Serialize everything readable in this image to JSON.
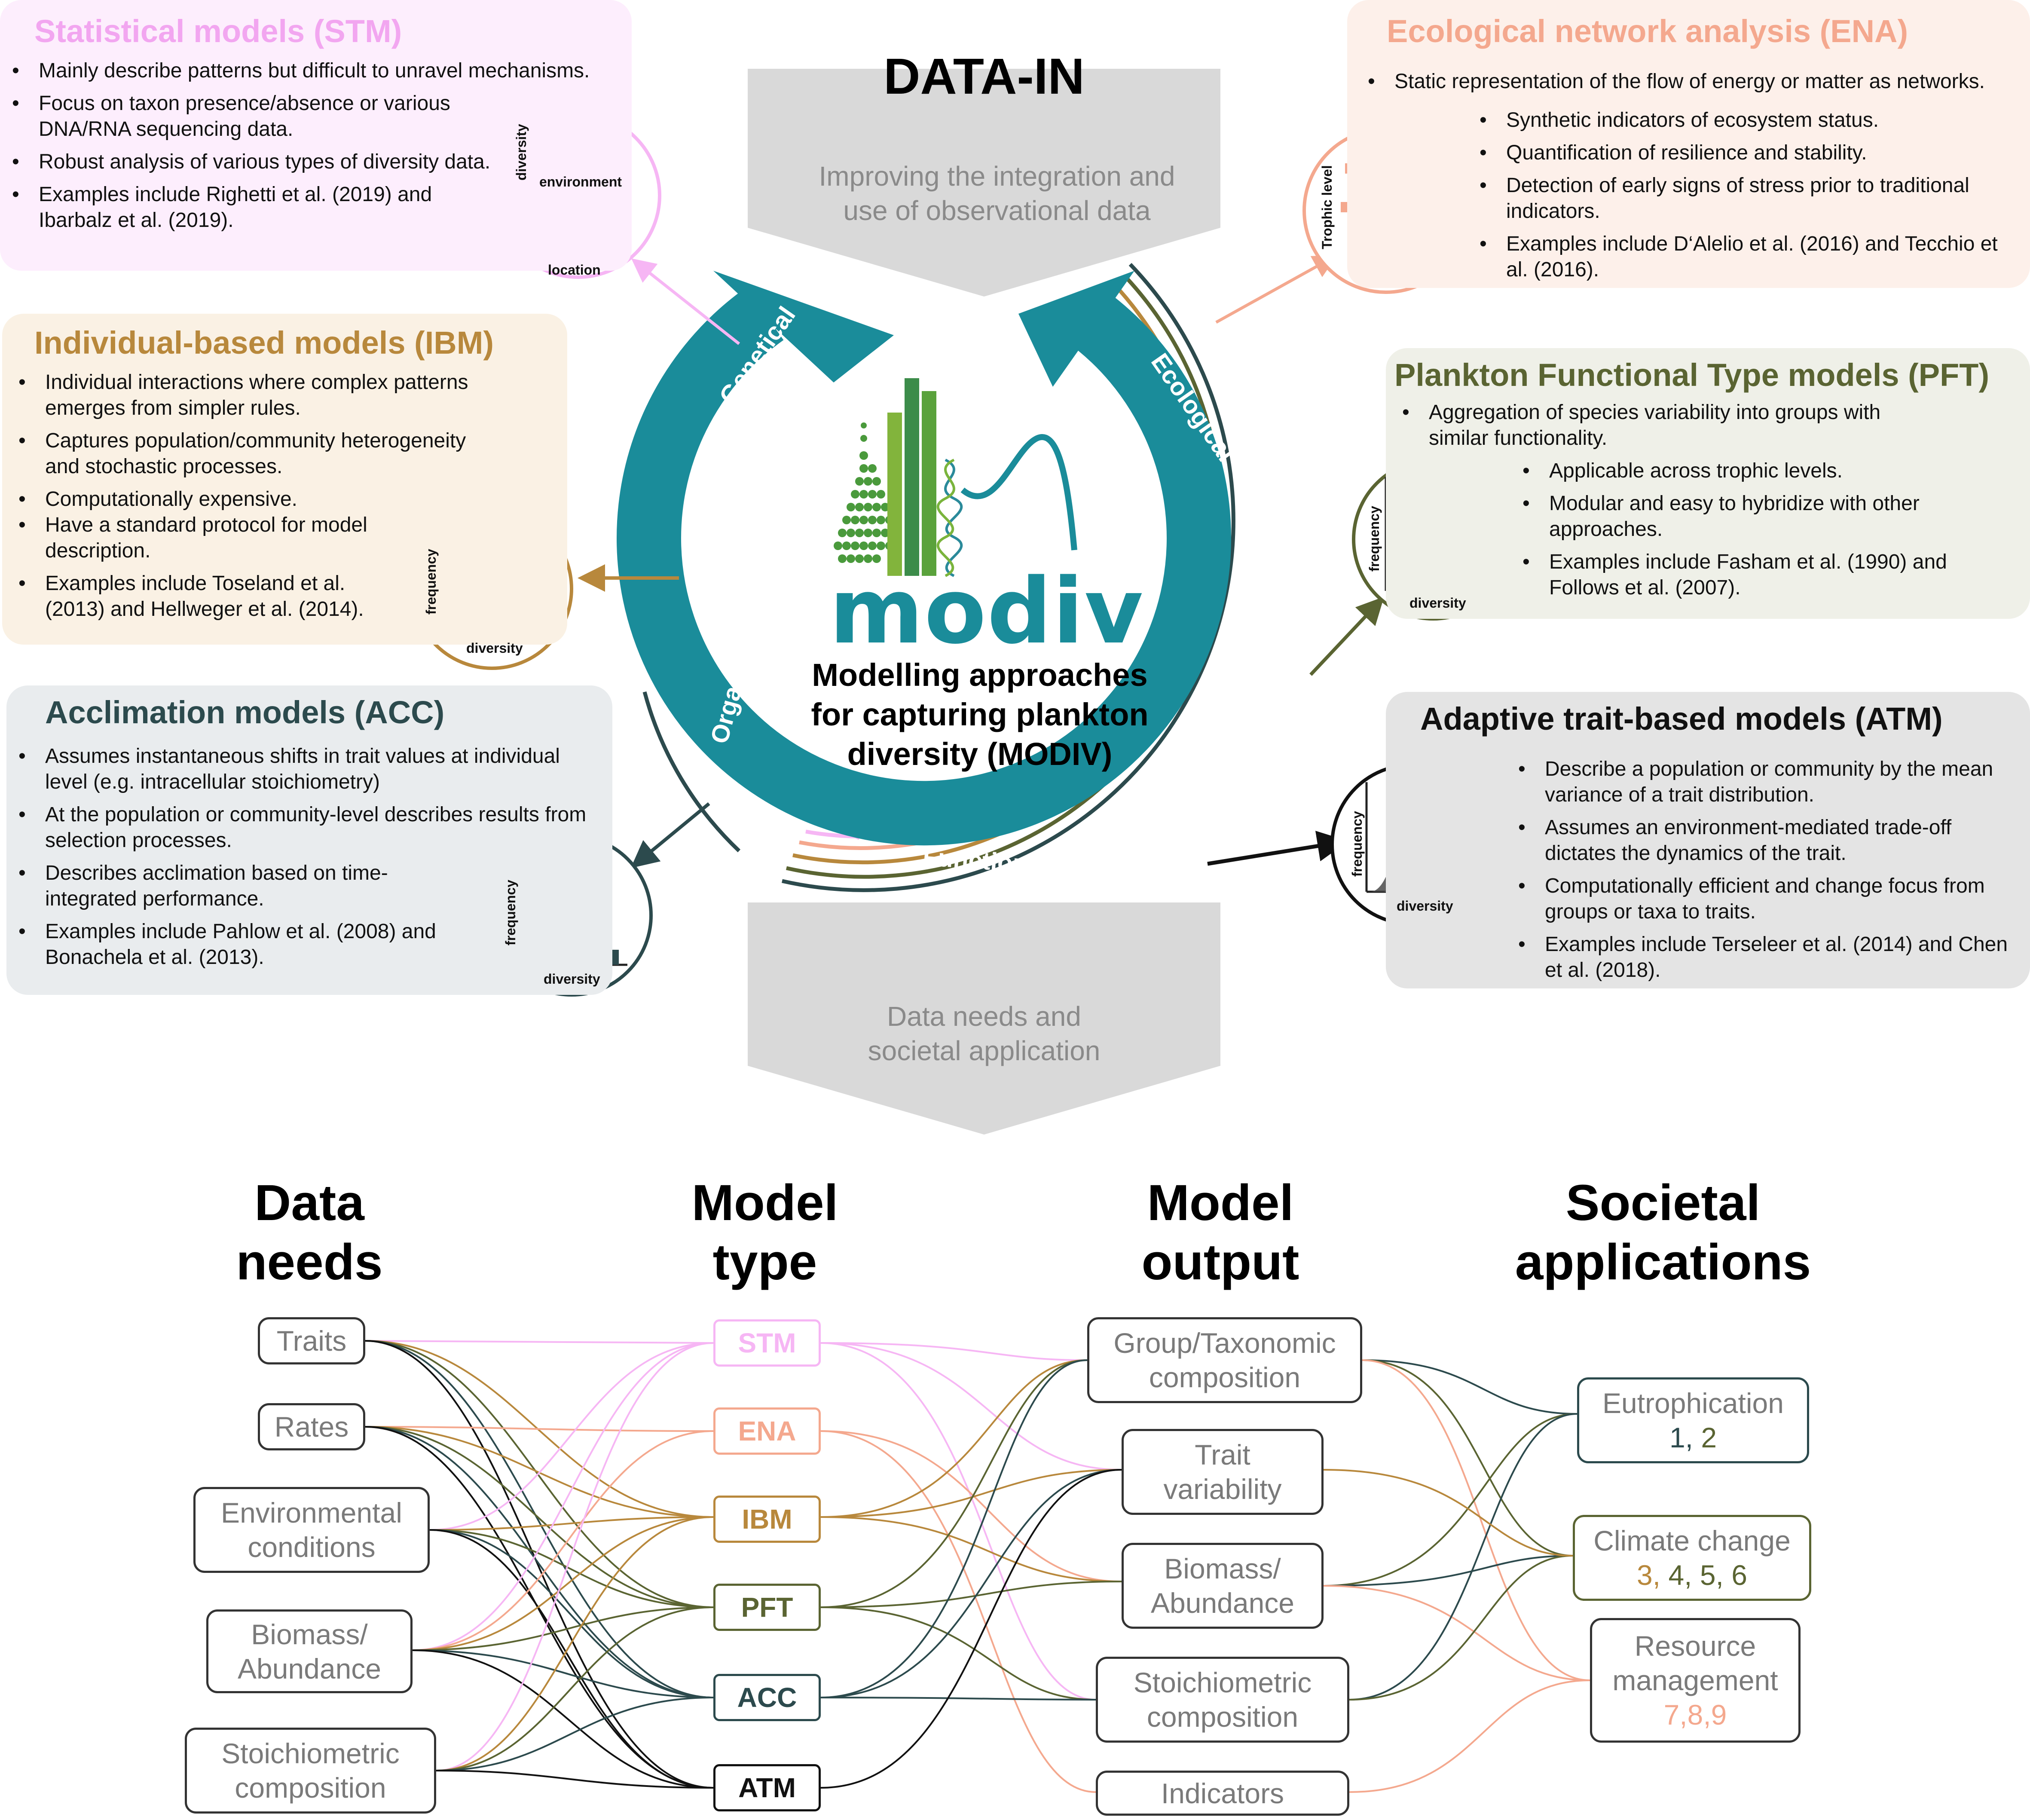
{
  "top": {
    "data_in_title": "DATA-IN",
    "data_in_text": [
      "Improving the integration and",
      "use of observational data"
    ],
    "data_needs_text": [
      "Data needs and",
      "societal application"
    ]
  },
  "center": {
    "logo_text": "modiv",
    "caption": [
      "Modelling approaches",
      "for capturing plankton",
      "diversity (MODIV)"
    ],
    "ring_labels": {
      "genetical": "Genetical",
      "ecological": "Ecological",
      "taxonomical": "Taxonomical/",
      "functional": "Functional",
      "organismal": "Organismal"
    },
    "ring_color": "#1a8c9a"
  },
  "panels": {
    "stm": {
      "title": "Statistical models (STM)",
      "color": "#f2a6f0",
      "bg": "#fdeefd",
      "bullets": [
        "Mainly describe patterns but difficult to unravel mechanisms.",
        "Focus on taxon presence/absence or various DNA/RNA sequencing data.",
        "Robust analysis of various types of diversity data.",
        "Examples include Righetti et al. (2019) and Ibarbalz et al. (2019)."
      ],
      "icon_labels": {
        "y": "diversity",
        "x1": "environment",
        "x2": "location"
      }
    },
    "ibm": {
      "title": "Individual-based models (IBM)",
      "color": "#b8883c",
      "bg": "#faf1e4",
      "bullets": [
        "Individual interactions where complex patterns emerges from simpler rules.",
        "Captures population/community heterogeneity and stochastic processes.",
        "Computationally expensive.",
        "Have a standard protocol for model description.",
        "Examples include Toseland et al. (2013) and Hellweger et al. (2014)."
      ],
      "icon_labels": {
        "y": "frequency",
        "x": "diversity"
      }
    },
    "acc": {
      "title": "Acclimation models (ACC)",
      "color": "#2c4a4d",
      "bg": "#e9ecee",
      "bullets": [
        "Assumes instantaneous shifts in trait values at individual level (e.g. intracellular stoichiometry)",
        "At the population or community-level describes results from selection processes.",
        "Describes acclimation based on time-integrated performance.",
        "Examples include Pahlow et al. (2008) and Bonachela et al. (2013)."
      ],
      "icon_labels": {
        "y": "frequency",
        "x": "diversity"
      }
    },
    "ena": {
      "title": "Ecological network analysis (ENA)",
      "color": "#f4a88e",
      "bg": "#fdf0ea",
      "bullets": [
        "Static representation of the flow of energy or matter as networks.",
        "Synthetic indicators of ecosystem status.",
        "Quantification of resilience and stability.",
        "Detection of early signs of stress prior to traditional indicators.",
        "Examples include D‘Alelio et al. (2016) and Tecchio et al. (2016)."
      ],
      "icon_labels": {
        "y": "Trophic level"
      }
    },
    "pft": {
      "title": "Plankton Functional Type models (PFT)",
      "color": "#5a6432",
      "bg": "#eff0e8",
      "bullets": [
        "Aggregation of species variability into groups with similar functionality.",
        "Applicable across trophic levels.",
        "Modular and easy to hybridize with other approaches.",
        "Examples include Fasham et al. (1990) and Follows et al. (2007)."
      ],
      "icon_labels": {
        "y": "frequency",
        "x": "diversity"
      }
    },
    "atm": {
      "title": "Adaptive trait-based models (ATM)",
      "color": "#111111",
      "bg": "#e4e4e4",
      "bullets": [
        "Describe a population or community by the mean variance of a trait distribution.",
        "Assumes an environment-mediated trade-off dictates the dynamics of the trait.",
        "Computationally efficient and change focus from groups or taxa to traits.",
        "Examples include Terseleer et al. (2014) and Chen et al. (2018)."
      ],
      "icon_labels": {
        "y": "frequency",
        "x": "diversity"
      }
    }
  },
  "flow": {
    "headers": {
      "data_needs": [
        "Data",
        "needs"
      ],
      "model_type": [
        "Model",
        "type"
      ],
      "model_output": [
        "Model",
        "output"
      ],
      "societal": [
        "Societal",
        "applications"
      ]
    },
    "data_needs": [
      [
        "Traits"
      ],
      [
        "Rates"
      ],
      [
        "Environmental",
        "conditions"
      ],
      [
        "Biomass/",
        "Abundance"
      ],
      [
        "Stoichiometric",
        "composition"
      ]
    ],
    "model_types": [
      "STM",
      "ENA",
      "IBM",
      "PFT",
      "ACC",
      "ATM"
    ],
    "model_outputs": [
      [
        "Group/Taxonomic",
        "composition"
      ],
      [
        "Trait",
        "variability"
      ],
      [
        "Biomass/",
        "Abundance"
      ],
      [
        "Stoichiometric",
        "composition"
      ],
      [
        "Indicators"
      ]
    ],
    "societal": {
      "eutrophication": {
        "label": "Eutrophication",
        "nums": [
          "1",
          ", ",
          "2"
        ]
      },
      "climate": {
        "label": "Climate change",
        "nums": [
          "3",
          ", ",
          "4",
          ", ",
          "5",
          ", ",
          "6"
        ]
      },
      "resource": {
        "label": [
          "Resource",
          "management"
        ],
        "nums": [
          "7,8,9"
        ]
      }
    },
    "colors": {
      "stm": "#f6b6f4",
      "ena": "#f4a88e",
      "ibm": "#b8883c",
      "pft": "#5a6432",
      "acc": "#2c4a4d",
      "atm": "#111111"
    }
  }
}
